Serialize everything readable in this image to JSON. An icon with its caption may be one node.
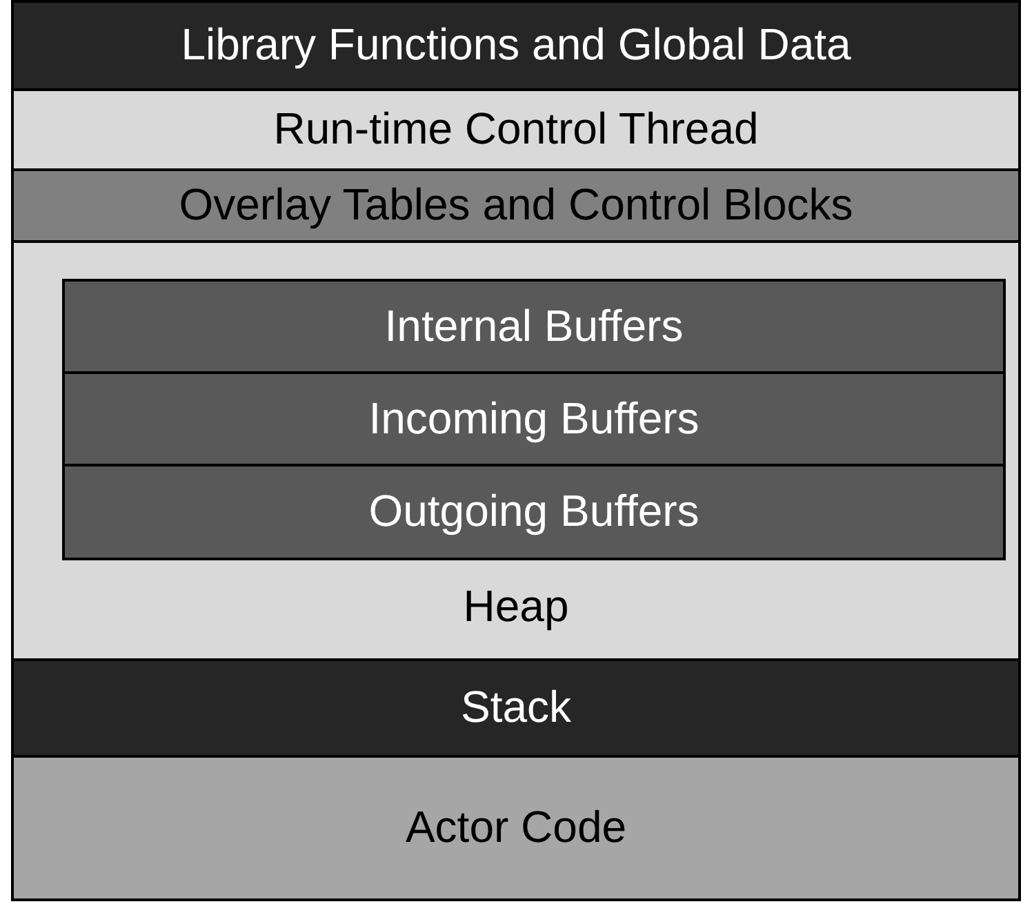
{
  "diagram": {
    "nodes": [
      {
        "text": [
          "Library Functions and Global Data"
        ]
      },
      {
        "text": [
          "Run-time Control Thread"
        ]
      },
      {
        "text": [
          "Overlay Tables and Control Blocks"
        ]
      },
      {
        "text": [
          "Heap"
        ]
      },
      {
        "text": [
          "Internal Buffers"
        ],
        "in": 3
      },
      {
        "text": [
          "Incoming Buffers"
        ],
        "in": 3
      },
      {
        "text": [
          "Outgoing Buffers"
        ],
        "in": 3
      },
      {
        "text": [
          "Stack"
        ]
      },
      {
        "text": [
          "Actor Code"
        ]
      }
    ]
  }
}
